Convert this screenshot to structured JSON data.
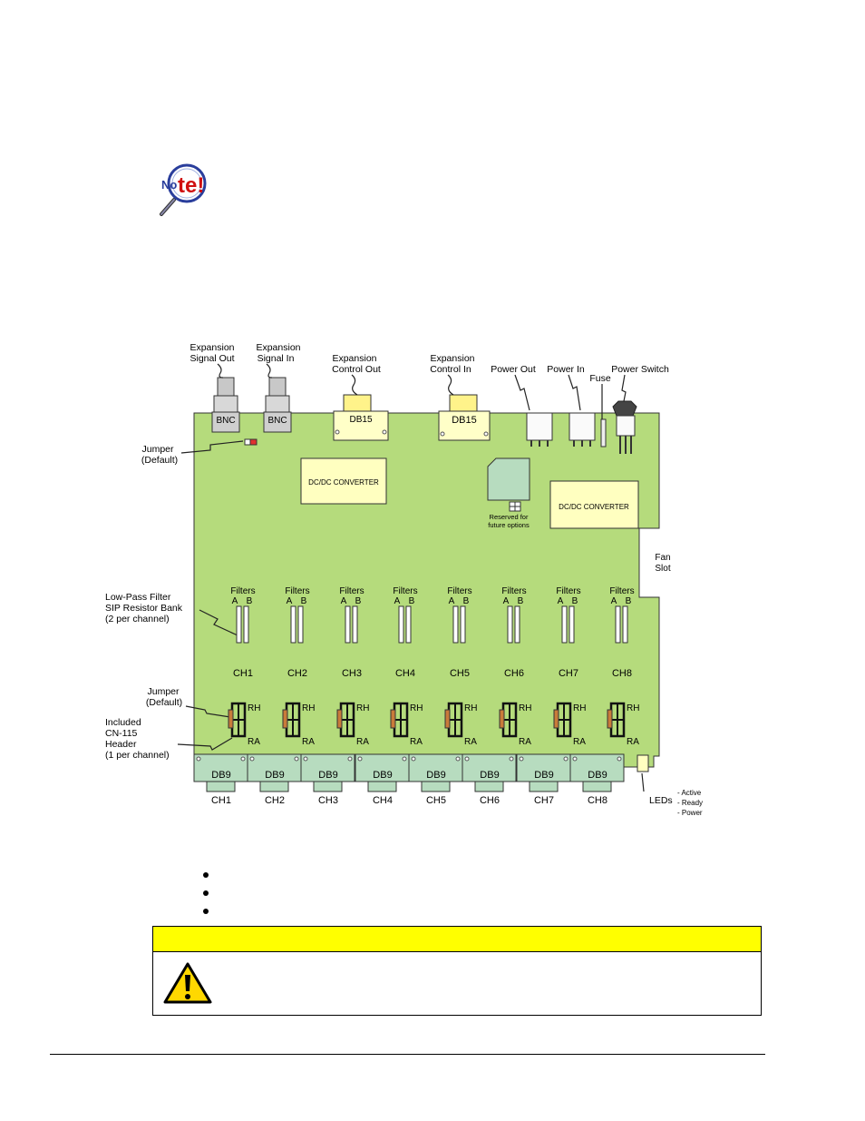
{
  "note": {
    "icon": "note-magnifier-icon",
    "text": "Note!"
  },
  "diagram": {
    "top_labels": {
      "exp_signal_out": [
        "Expansion",
        "Signal Out"
      ],
      "exp_signal_in": [
        "Expansion",
        "Signal In"
      ],
      "exp_control_out": [
        "Expansion",
        "Control Out"
      ],
      "exp_control_in": [
        "Expansion",
        "Control In"
      ],
      "power_out": "Power Out",
      "power_in": "Power In",
      "fuse": "Fuse",
      "power_switch": "Power Switch"
    },
    "connectors": {
      "bnc": "BNC",
      "db15": "DB15",
      "db9": "DB9"
    },
    "converter": "DC/DC CONVERTER",
    "reserved": [
      "Reserved for",
      "future options"
    ],
    "fan_slot": [
      "Fan",
      "Slot"
    ],
    "jumper_top": [
      "Jumper",
      "(Default)"
    ],
    "lpf": [
      "Low-Pass Filter",
      "SIP Resistor Bank",
      "(2 per channel)"
    ],
    "jumper_ch": [
      "Jumper",
      "(Default)"
    ],
    "cn115": [
      "Included",
      "CN-115",
      "Header",
      "(1 per channel)"
    ],
    "filters": "Filters",
    "filter_a": "A",
    "filter_b": "B",
    "rh": "RH",
    "ra": "RA",
    "channels": [
      "CH1",
      "CH2",
      "CH3",
      "CH4",
      "CH5",
      "CH6",
      "CH7",
      "CH8"
    ],
    "leds": "LEDs",
    "led_list": [
      "- Active",
      "- Ready",
      "- Power"
    ]
  },
  "colors": {
    "board": "#b5db7c",
    "connector": "#b7dcbf",
    "converter": "#ffffc0",
    "caution_bar": "#ffff00"
  },
  "caution": {
    "icon": "warning-triangle-icon"
  }
}
